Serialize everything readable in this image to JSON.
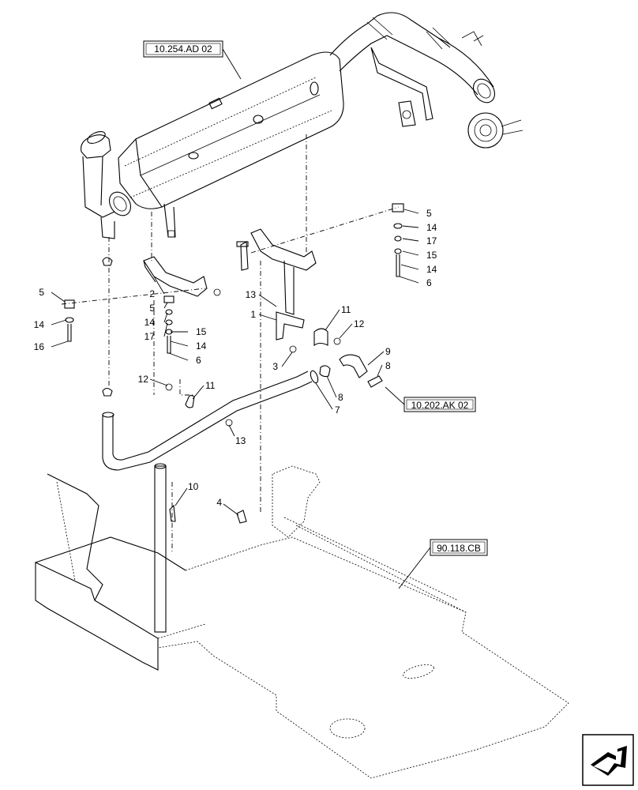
{
  "references": {
    "muffler": "10.254.AD 02",
    "bracket": "10.202.AK 02",
    "frame": "90.118.CB"
  },
  "callouts": [
    "5",
    "14",
    "17",
    "15",
    "14",
    "6",
    "2",
    "5",
    "14",
    "17",
    "15",
    "14",
    "6",
    "5",
    "14",
    "16",
    "13",
    "1",
    "3",
    "11",
    "12",
    "9",
    "8",
    "8",
    "7",
    "12",
    "11",
    "13",
    "10",
    "4"
  ],
  "nav_icon": "arrow-box-icon"
}
